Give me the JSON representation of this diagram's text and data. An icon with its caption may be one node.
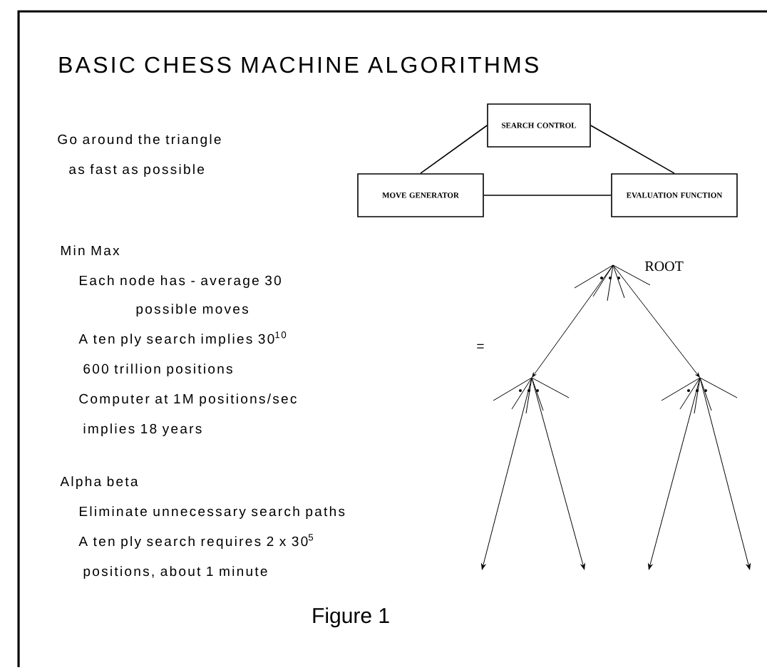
{
  "diagram": {
    "title": "BASIC CHESS MACHINE ALGORITHMS",
    "caption": "Figure 1",
    "nodes": [
      {
        "text": [
          "SEARCH CONTROL"
        ]
      },
      {
        "text": [
          "MOVE GENERATOR"
        ]
      },
      {
        "text": [
          "EVALUATION FUNCTION"
        ]
      }
    ],
    "edges": [
      {
        "from": 0,
        "to": 1,
        "arrow": "none"
      },
      {
        "from": 0,
        "to": 2,
        "arrow": "none"
      },
      {
        "from": 1,
        "to": 2,
        "arrow": "none"
      }
    ],
    "labels": [
      "Go around the triangle",
      "as fast as possible",
      "ROOT",
      "Min Max",
      "Each node has - average 30",
      "possible moves",
      "A ten ply search implies 30$^{10}$",
      "=",
      "600 trillion positions",
      "Computer at 1M positions/sec",
      "implies 18 years",
      "Alpha beta",
      "Eliminate unnecessary search paths",
      "A ten ply search requires 2 x 30$^{5}$",
      "positions, about 1 minute"
    ]
  }
}
